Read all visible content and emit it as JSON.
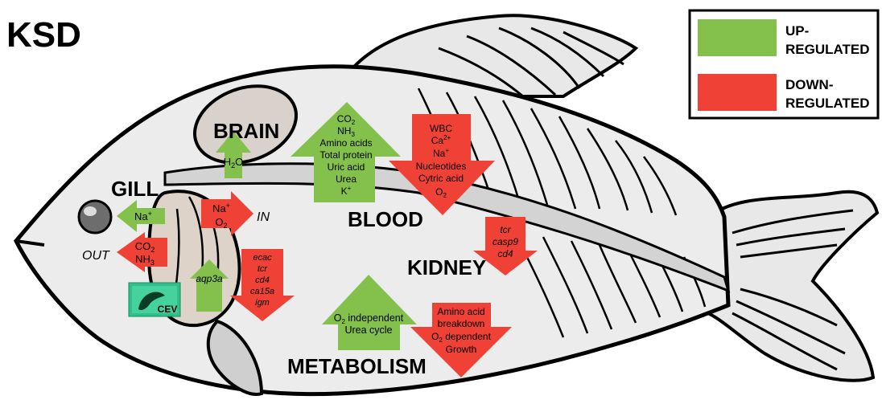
{
  "figure_label": "KSD",
  "legend": {
    "up_line1": "UP-",
    "up_line2": "REGULATED",
    "down_line1": "DOWN-",
    "down_line2": "REGULATED"
  },
  "colors": {
    "up": "#84c04c",
    "down": "#ef4136"
  },
  "organs": {
    "brain": "BRAIN",
    "gill": "GILL",
    "blood": "BLOOD",
    "kidney": "KIDNEY",
    "metabolism": "METABOLISM"
  },
  "side_labels": {
    "in": "IN",
    "out": "OUT"
  },
  "cev_label": "CEV",
  "brain_up": "H2O",
  "gill_na_up": "Na+",
  "gill_out_down": [
    "CO2",
    "NH3"
  ],
  "gill_in_down": [
    "Na+",
    "O2"
  ],
  "gill_aqp_up": "aqp3a",
  "gill_genes_down": [
    "ecac",
    "tcr",
    "cd4",
    "ca15a",
    "igm"
  ],
  "blood_up": [
    "CO2",
    "NH3",
    "Amino acids",
    "Total protein",
    "Uric acid",
    "Urea",
    "K+"
  ],
  "blood_down": [
    "WBC",
    "Ca2+",
    "Na+",
    "Nucleotides",
    "Cytric acid",
    "O2"
  ],
  "kidney_down": [
    "tcr",
    "casp9",
    "cd4"
  ],
  "metabolism_up": [
    "O2 independent",
    "Urea cycle"
  ],
  "metabolism_down": [
    "Amino acid",
    "breakdown",
    "O2 dependent",
    "Growth"
  ]
}
